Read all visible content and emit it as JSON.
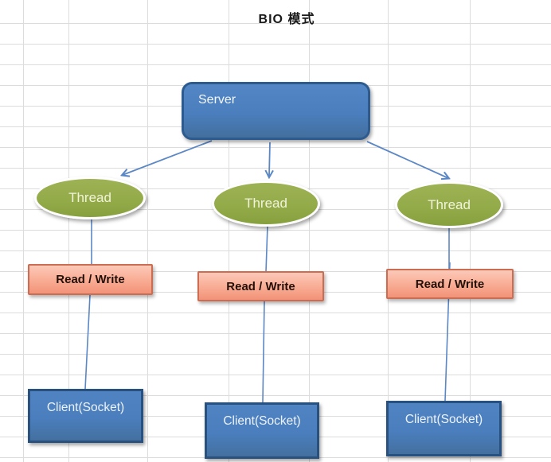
{
  "title": "BIO 模式",
  "server": {
    "label": "Server"
  },
  "threads": [
    {
      "label": "Thread"
    },
    {
      "label": "Thread"
    },
    {
      "label": "Thread"
    }
  ],
  "read_write": [
    {
      "label": "Read / Write"
    },
    {
      "label": "Read / Write"
    },
    {
      "label": "Read / Write"
    }
  ],
  "clients": [
    {
      "label": "Client(Socket)"
    },
    {
      "label": "Client(Socket)"
    },
    {
      "label": "Client(Socket)"
    }
  ],
  "colors": {
    "node_blue": "#4a7ebd",
    "node_blue_border": "#2d5a8f",
    "client_border": "#29517f",
    "thread_green": "#94ab4a",
    "read_write_fill": "#f8ab93",
    "read_write_border": "#cb6d52",
    "connector_blue": "#5b87c5",
    "grid_line": "#dcdcdc",
    "title_color": "#1a1a1a"
  }
}
